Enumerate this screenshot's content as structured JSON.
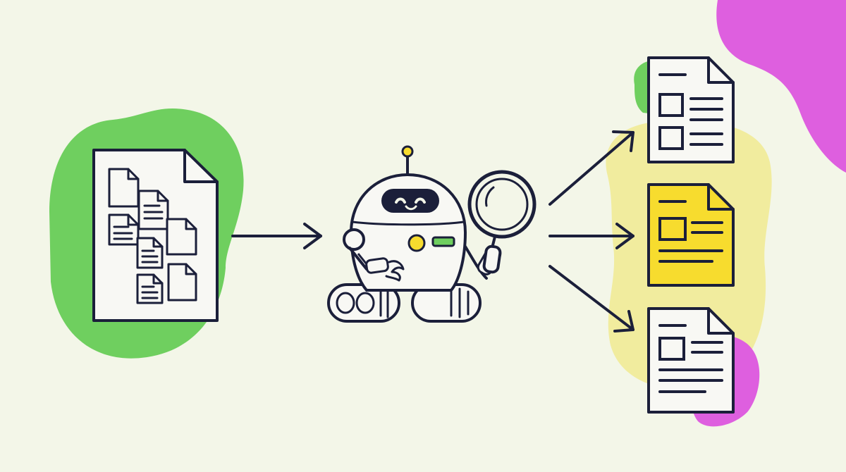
{
  "colors": {
    "background": "#f3f6e8",
    "ink": "#1b1f3a",
    "green_blob": "#6fcf5f",
    "yellow_blob": "#f1ec9e",
    "magenta_blob": "#de5fdf",
    "highlight_doc": "#f7dc2e",
    "robot_face_screen": "#1b1f3a",
    "robot_eyes": "#f3f6e8",
    "robot_antenna_ball": "#f7dc2e",
    "robot_status_light": "#6fcf5f",
    "robot_button": "#f7dc2e",
    "paper": "#f8f8f4"
  },
  "icons": {
    "input": "document-stack-icon",
    "processor": "robot-with-magnifier-icon",
    "outputs": [
      "document-output-icon",
      "document-output-highlighted-icon",
      "document-output-icon"
    ]
  },
  "flow": {
    "input_small_docs": 6,
    "outputs": 3,
    "highlighted_output_index": 1
  }
}
